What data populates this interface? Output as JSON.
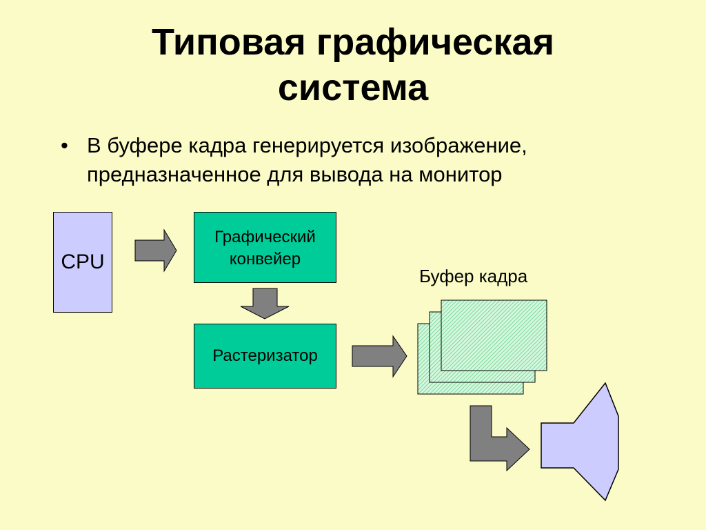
{
  "title": {
    "line1": "Типовая графическая",
    "line2": "система"
  },
  "bullet": {
    "marker": "•",
    "line1": "В буфере кадра генерируется изображение,",
    "line2": "предназначенное для вывода на монитор"
  },
  "diagram": {
    "cpu_label": "CPU",
    "pipeline_label_line1": "Графический",
    "pipeline_label_line2": "конвейер",
    "rasterizer_label": "Растеризатор",
    "frame_buffer_label": "Буфер кадра"
  },
  "colors": {
    "background": "#fbfbc7",
    "cpu_box": "#ccccff",
    "pipeline_box": "#00cc99",
    "arrow": "#808080",
    "frame_buffer": "#b8f0c8",
    "monitor": "#ccccff"
  }
}
